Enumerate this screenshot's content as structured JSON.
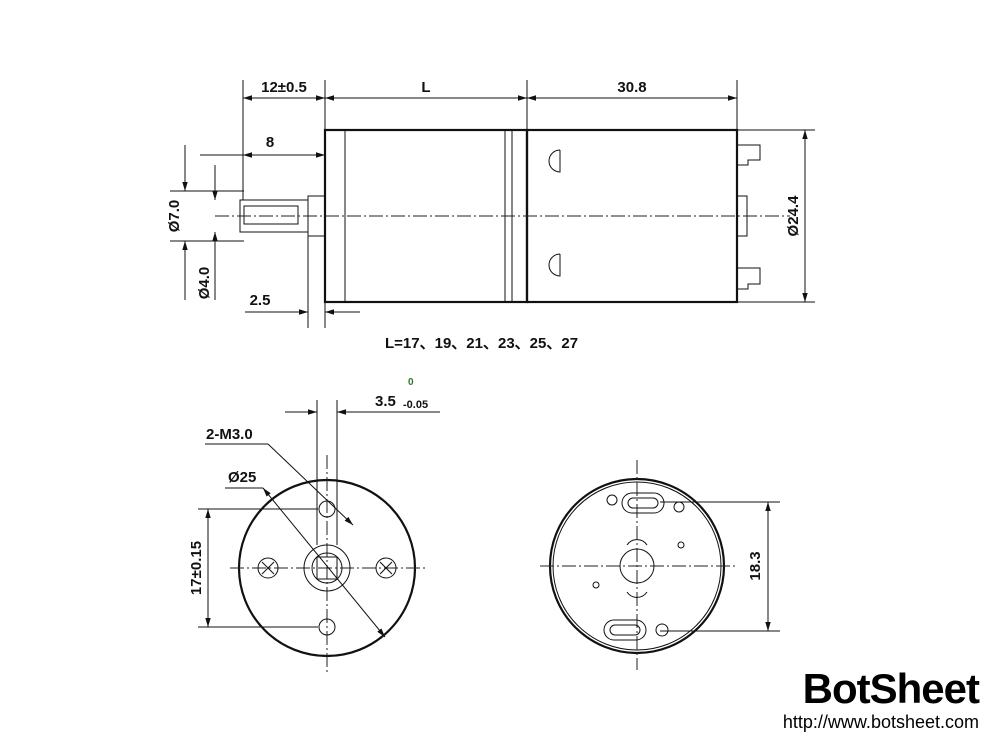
{
  "side_view": {
    "dim_shaft_length": "12±0.5",
    "dim_gearbox_length": "L",
    "dim_motor_length": "30.8",
    "dim_flat_length": "8",
    "dim_shaft_dia": "Ø7.0",
    "dim_flat_dia": "Ø4.0",
    "dim_collar": "2.5",
    "dim_body_dia": "Ø24.4",
    "length_options": "L=17、19、21、23、25、27"
  },
  "front_view": {
    "dim_offset": "3.5",
    "dim_offset_tol_upper": "0",
    "dim_offset_tol_lower": "-0.05",
    "dim_threads": "2-M3.0",
    "dim_flange_dia": "Ø25",
    "dim_hole_spacing": "17±0.15"
  },
  "rear_view": {
    "dim_terminal_spacing": "18.3"
  },
  "branding": {
    "logo_text": "BotSheet",
    "url": "http://www.botsheet.com"
  }
}
